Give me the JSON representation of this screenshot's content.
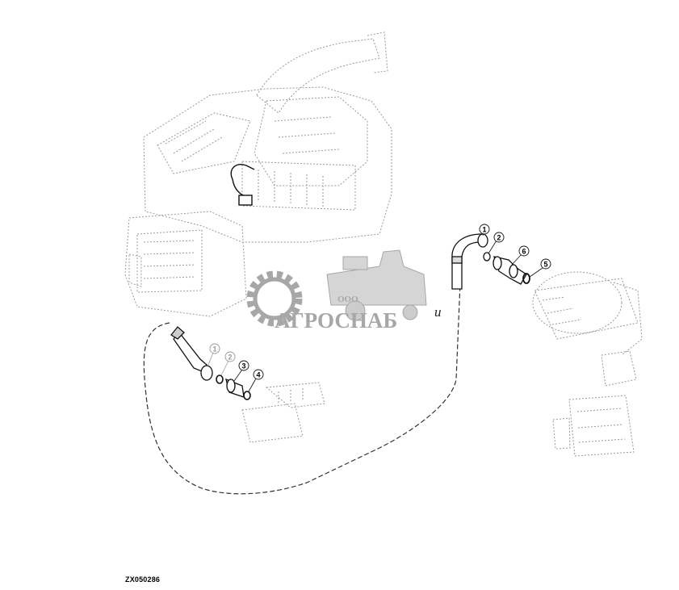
{
  "drawing": {
    "id": "ZX050286",
    "assembly_marker": "и"
  },
  "callouts": {
    "upper_group": [
      "1",
      "2",
      "6",
      "5"
    ],
    "lower_group": [
      "1",
      "2",
      "3",
      "4"
    ]
  },
  "watermark": {
    "company_prefix": "ООО",
    "company_name": "АГРОСНАБ"
  },
  "colors": {
    "line": "#333333",
    "ghost_line": "#9a9a9a",
    "watermark": "#8a8a8a"
  }
}
